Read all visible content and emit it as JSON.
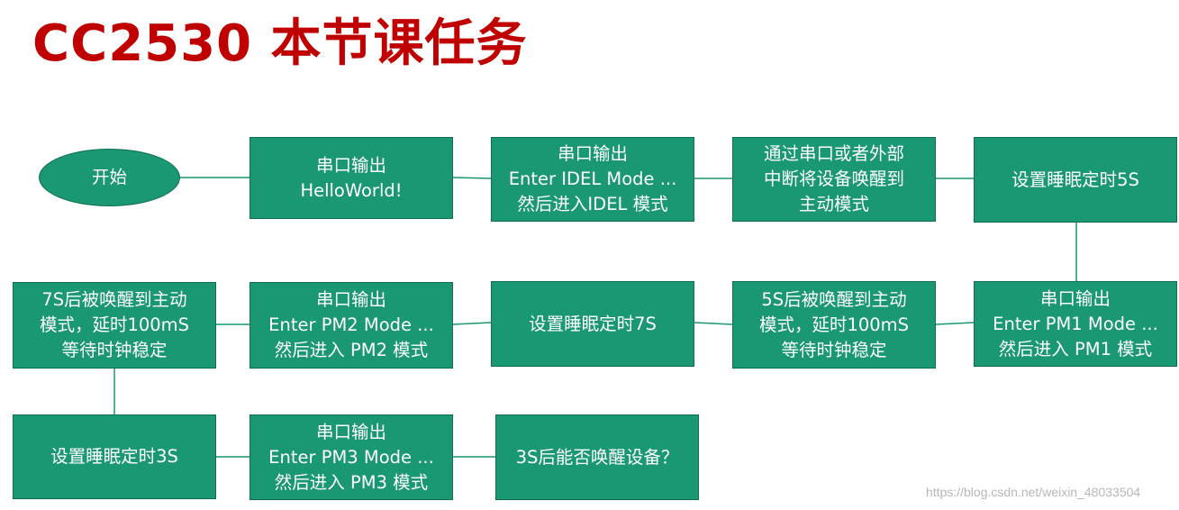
{
  "title": "CC2530 本节课任务",
  "watermark": "https://blog.csdn.net/weixin_48033504",
  "colors": {
    "title": "#c00000",
    "node_fill": "#1a9773",
    "node_border": "#0f6e52",
    "connector": "#1a9773"
  },
  "nodes": {
    "start": {
      "lines": [
        "开始"
      ]
    },
    "uart_hello": {
      "lines": [
        "串口输出",
        "HelloWorld!"
      ]
    },
    "uart_idel": {
      "lines": [
        "串口输出",
        "Enter IDEL Mode ...",
        "然后进入IDEL 模式"
      ]
    },
    "wake_uart_ext": {
      "lines": [
        "通过串口或者外部",
        "中断将设备唤醒到",
        "主动模式"
      ]
    },
    "sleep_5s": {
      "lines": [
        "设置睡眠定时5S"
      ]
    },
    "uart_pm1": {
      "lines": [
        "串口输出",
        "Enter PM1 Mode ...",
        "然后进入 PM1 模式"
      ]
    },
    "wake_5s": {
      "lines": [
        "5S后被唤醒到主动",
        "模式，延时100mS",
        "等待时钟稳定"
      ]
    },
    "sleep_7s": {
      "lines": [
        "设置睡眠定时7S"
      ]
    },
    "uart_pm2": {
      "lines": [
        "串口输出",
        "Enter PM2 Mode ...",
        "然后进入 PM2 模式"
      ]
    },
    "wake_7s": {
      "lines": [
        "7S后被唤醒到主动",
        "模式，延时100mS",
        "等待时钟稳定"
      ]
    },
    "sleep_3s": {
      "lines": [
        "设置睡眠定时3S"
      ]
    },
    "uart_pm3": {
      "lines": [
        "串口输出",
        "Enter PM3 Mode ...",
        "然后进入 PM3 模式"
      ]
    },
    "question_3s": {
      "lines": [
        "3S后能否唤醒设备？"
      ]
    }
  }
}
